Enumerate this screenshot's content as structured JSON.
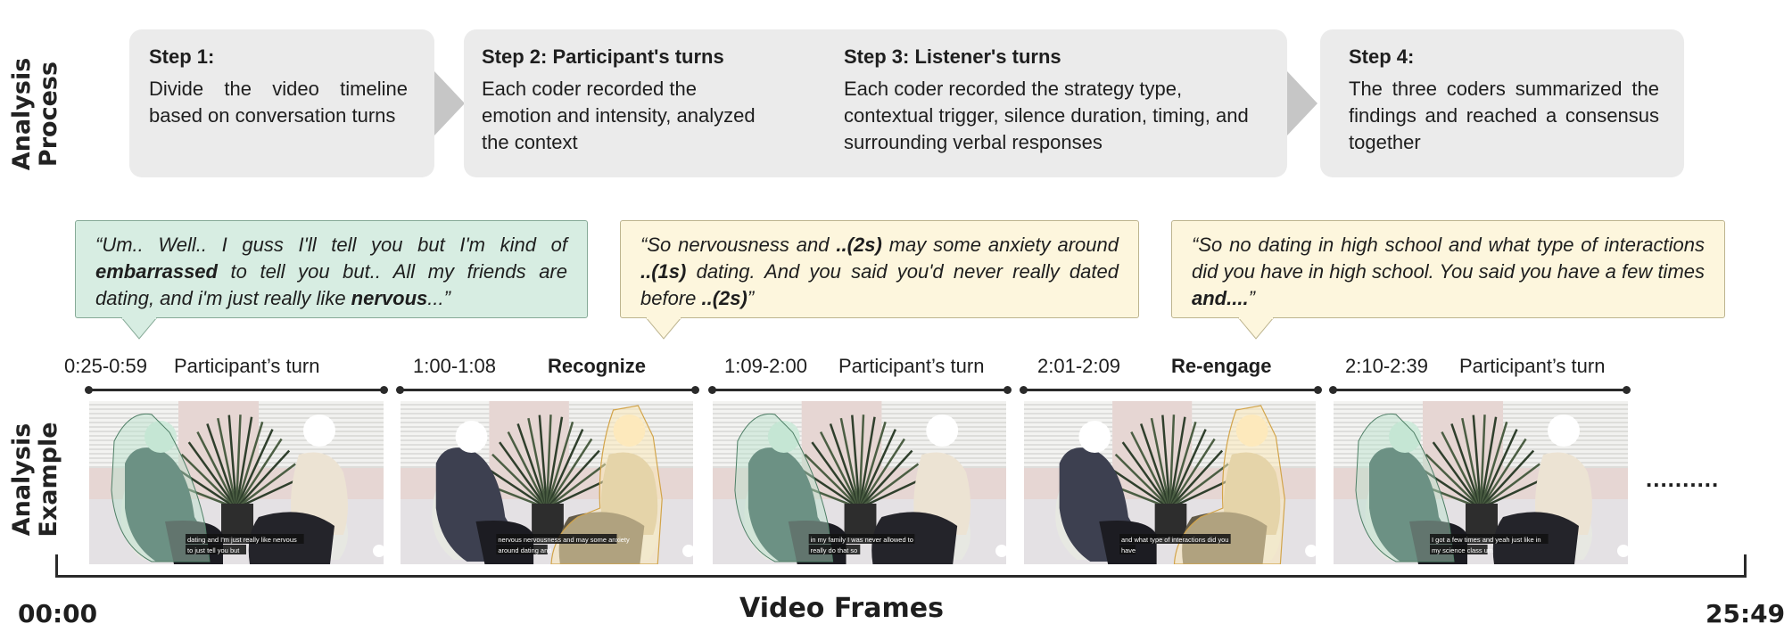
{
  "labels": {
    "process": [
      "Analysis",
      "Process"
    ],
    "example": [
      "Analysis",
      "Example"
    ]
  },
  "steps": [
    {
      "title": "Step 1:",
      "body": "Divide the video timeline based on conversation turns"
    },
    {
      "title": "Step 2: Participant's turns",
      "body": "Each coder recorded the emotion and intensity, analyzed the context"
    },
    {
      "title": "Step 3: Listener's turns",
      "body": "Each coder recorded the strategy type, contextual trigger, silence duration, timing, and surrounding verbal responses"
    },
    {
      "title": "Step 4:",
      "body": "The three coders summarized the findings and reached a consensus together"
    }
  ],
  "quotes": [
    {
      "parts": [
        {
          "t": "“Um.. Well.. I guss I'll tell you but I'm kind of ",
          "b": false
        },
        {
          "t": "embarrassed",
          "b": true
        },
        {
          "t": " to tell you but.. All  my friends are dating, and i'm just really like ",
          "b": false
        },
        {
          "t": "nervous",
          "b": true
        },
        {
          "t": "...”",
          "b": false
        }
      ]
    },
    {
      "parts": [
        {
          "t": "“So nervousness and ",
          "b": false
        },
        {
          "t": "..(2s)",
          "b": true
        },
        {
          "t": " may some anxiety around ",
          "b": false
        },
        {
          "t": "..(1s)",
          "b": true
        },
        {
          "t": " dating. And you said you'd never really dated before ",
          "b": false
        },
        {
          "t": "..(2s)",
          "b": true
        },
        {
          "t": "”",
          "b": false
        }
      ]
    },
    {
      "parts": [
        {
          "t": "“So no dating in high school and what type of interactions did you have in high school. You said you have a few times ",
          "b": false
        },
        {
          "t": "and....",
          "b": true
        },
        {
          "t": "”",
          "b": false
        }
      ]
    }
  ],
  "segments": [
    {
      "time": "0:25-0:59",
      "label": "Participant’s turn",
      "bold": false,
      "speaker": "participant",
      "subtitle": [
        "dating and I'm just really like nervous",
        "to just tell you but"
      ]
    },
    {
      "time": "1:00-1:08",
      "label": "Recognize",
      "bold": true,
      "speaker": "listener",
      "subtitle": [
        "nervous nervousness and may some anxiety",
        "around dating and"
      ]
    },
    {
      "time": "1:09-2:00",
      "label": "Participant’s turn",
      "bold": false,
      "speaker": "participant",
      "subtitle": [
        "in my family I was never allowed to",
        "really do that so"
      ]
    },
    {
      "time": "2:01-2:09",
      "label": "Re-engage",
      "bold": true,
      "speaker": "listener",
      "subtitle": [
        "and what type of interactions did you",
        "have"
      ]
    },
    {
      "time": "2:10-2:39",
      "label": "Participant’s turn",
      "bold": false,
      "speaker": "participant",
      "subtitle": [
        "I got a few times and yeah just like in",
        "my science class um"
      ]
    }
  ],
  "ellipsis": "..........",
  "axis": {
    "start": "00:00",
    "end": "25:49",
    "caption": "Video Frames"
  },
  "colors": {
    "participant": "#b9e3cc",
    "listener": "#fde9b5",
    "step_box": "#ebebeb",
    "arrow": "#c6c6c6"
  }
}
